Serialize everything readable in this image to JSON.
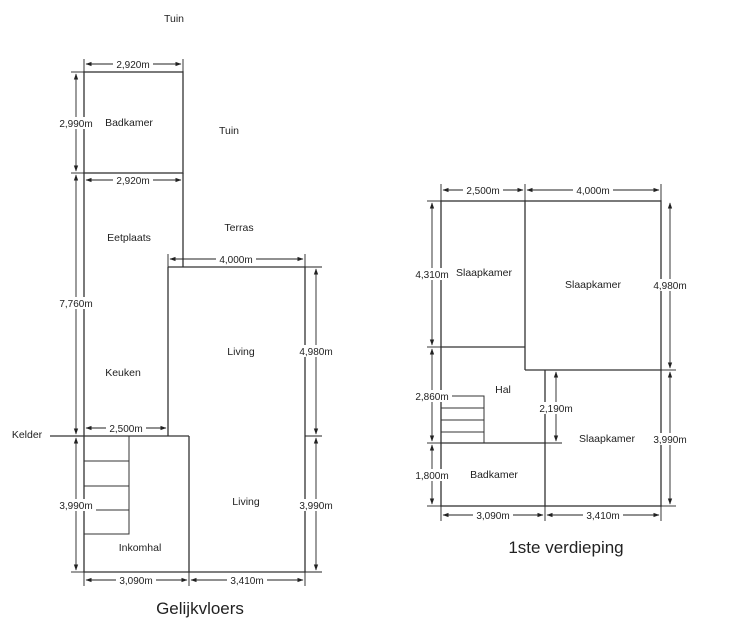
{
  "ground_floor": {
    "title": "Gelijkvloers",
    "rooms": {
      "tuin_top": "Tuin",
      "badkamer": "Badkamer",
      "tuin": "Tuin",
      "eetplaats": "Eetplaats",
      "terras": "Terras",
      "living_top": "Living",
      "keuken": "Keuken",
      "kelder": "Kelder",
      "living_bottom": "Living",
      "inkomhal": "Inkomhal"
    },
    "dimensions": {
      "badkamer_width_top": "2,920m",
      "badkamer_depth": "2,990m",
      "eetplaats_width": "2,920m",
      "eetplaats_keuken_depth": "7,760m",
      "living_width": "4,000m",
      "living_depth_top": "4,980m",
      "kelder_width": "2,500m",
      "inkomhal_depth": "3,990m",
      "living_depth_bottom": "3,990m",
      "bottom_left_width": "3,090m",
      "bottom_right_width": "3,410m"
    }
  },
  "first_floor": {
    "title": "1ste verdieping",
    "rooms": {
      "slaapkamer_left": "Slaapkamer",
      "slaapkamer_right": "Slaapkamer",
      "hal": "Hal",
      "slaapkamer_bottom": "Slaapkamer",
      "badkamer": "Badkamer"
    },
    "dimensions": {
      "top_left_width": "2,500m",
      "top_right_width": "4,000m",
      "slaapkamer_left_depth": "4,310m",
      "slaapkamer_right_depth": "4,980m",
      "hal_depth": "2,860m",
      "hal_inner_depth": "2,190m",
      "slaapkamer_bottom_depth": "3,990m",
      "badkamer_depth": "1,800m",
      "bottom_left_width": "3,090m",
      "bottom_right_width": "3,410m"
    }
  }
}
